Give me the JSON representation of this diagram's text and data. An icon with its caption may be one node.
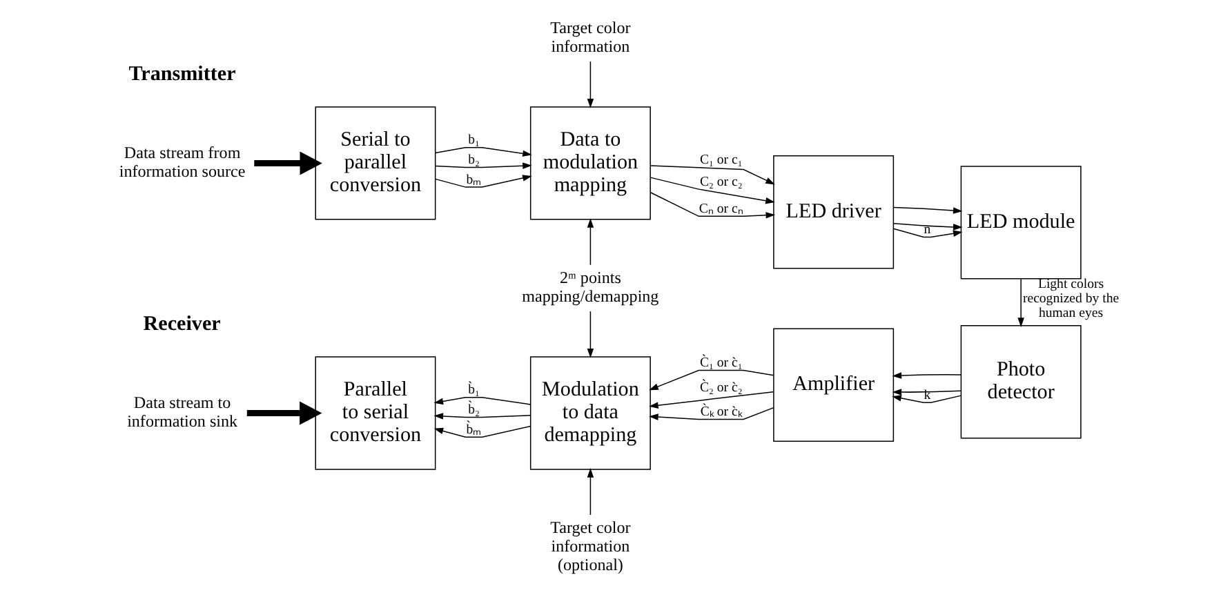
{
  "diagram": {
    "nodes": [
      {
        "text": [
          "Data stream from information source"
        ]
      },
      {
        "text": [
          "Serial to parallel conversion"
        ]
      },
      {
        "text": [
          "Target color information"
        ]
      },
      {
        "text": [
          "Data to modulation mapping"
        ]
      },
      {
        "text": [
          "LED driver"
        ]
      },
      {
        "text": [
          "LED module"
        ]
      },
      {
        "text": [
          "2ᵐ points mapping/demapping"
        ]
      },
      {
        "text": [
          "Data stream to information sink"
        ]
      },
      {
        "text": [
          "Parallel to serial conversion"
        ]
      },
      {
        "text": [
          "Modulation to data demapping"
        ]
      },
      {
        "text": [
          "Amplifier"
        ]
      },
      {
        "text": [
          "Photo detector"
        ]
      },
      {
        "text": [
          "Target color information (optional)"
        ]
      }
    ],
    "edges": [
      {
        "from": 0,
        "to": 1,
        "arrow": "to",
        "style": "thick"
      },
      {
        "from": 1,
        "to": 3,
        "arrow": "to",
        "label": "b₁"
      },
      {
        "from": 1,
        "to": 3,
        "arrow": "to",
        "label": "b₂"
      },
      {
        "from": 1,
        "to": 3,
        "arrow": "to",
        "label": "bₘ"
      },
      {
        "from": 2,
        "to": 3,
        "arrow": "to"
      },
      {
        "from": 6,
        "to": 3,
        "arrow": "to"
      },
      {
        "from": 3,
        "to": 4,
        "arrow": "to",
        "label": "C₁ or c₁"
      },
      {
        "from": 3,
        "to": 4,
        "arrow": "to",
        "label": "C₂ or c₂"
      },
      {
        "from": 3,
        "to": 4,
        "arrow": "to",
        "label": "Cₙ or cₙ"
      },
      {
        "from": 4,
        "to": 5,
        "arrow": "to"
      },
      {
        "from": 4,
        "to": 5,
        "arrow": "to"
      },
      {
        "from": 4,
        "to": 5,
        "arrow": "to",
        "label": "n"
      },
      {
        "from": 5,
        "to": 11,
        "arrow": "to",
        "label": "Light colors recognized by the human eyes"
      },
      {
        "from": 6,
        "to": 9,
        "arrow": "to"
      },
      {
        "from": 11,
        "to": 10,
        "arrow": "to"
      },
      {
        "from": 11,
        "to": 10,
        "arrow": "to"
      },
      {
        "from": 11,
        "to": 10,
        "arrow": "to",
        "label": "k"
      },
      {
        "from": 10,
        "to": 9,
        "arrow": "to",
        "label": "C̀₁ or c̀₁"
      },
      {
        "from": 10,
        "to": 9,
        "arrow": "to",
        "label": "C̀₂ or c̀₂"
      },
      {
        "from": 10,
        "to": 9,
        "arrow": "to",
        "label": "C̀ₖ or c̀ₖ"
      },
      {
        "from": 12,
        "to": 9,
        "arrow": "to"
      },
      {
        "from": 9,
        "to": 8,
        "arrow": "to",
        "label": "b̀₁"
      },
      {
        "from": 9,
        "to": 8,
        "arrow": "to",
        "label": "b̀₂"
      },
      {
        "from": 9,
        "to": 8,
        "arrow": "to",
        "label": "b̀ₘ"
      },
      {
        "from": 7,
        "to": 8,
        "arrow": "to",
        "style": "thick"
      }
    ],
    "labels": [
      "Transmitter",
      "Receiver"
    ]
  }
}
